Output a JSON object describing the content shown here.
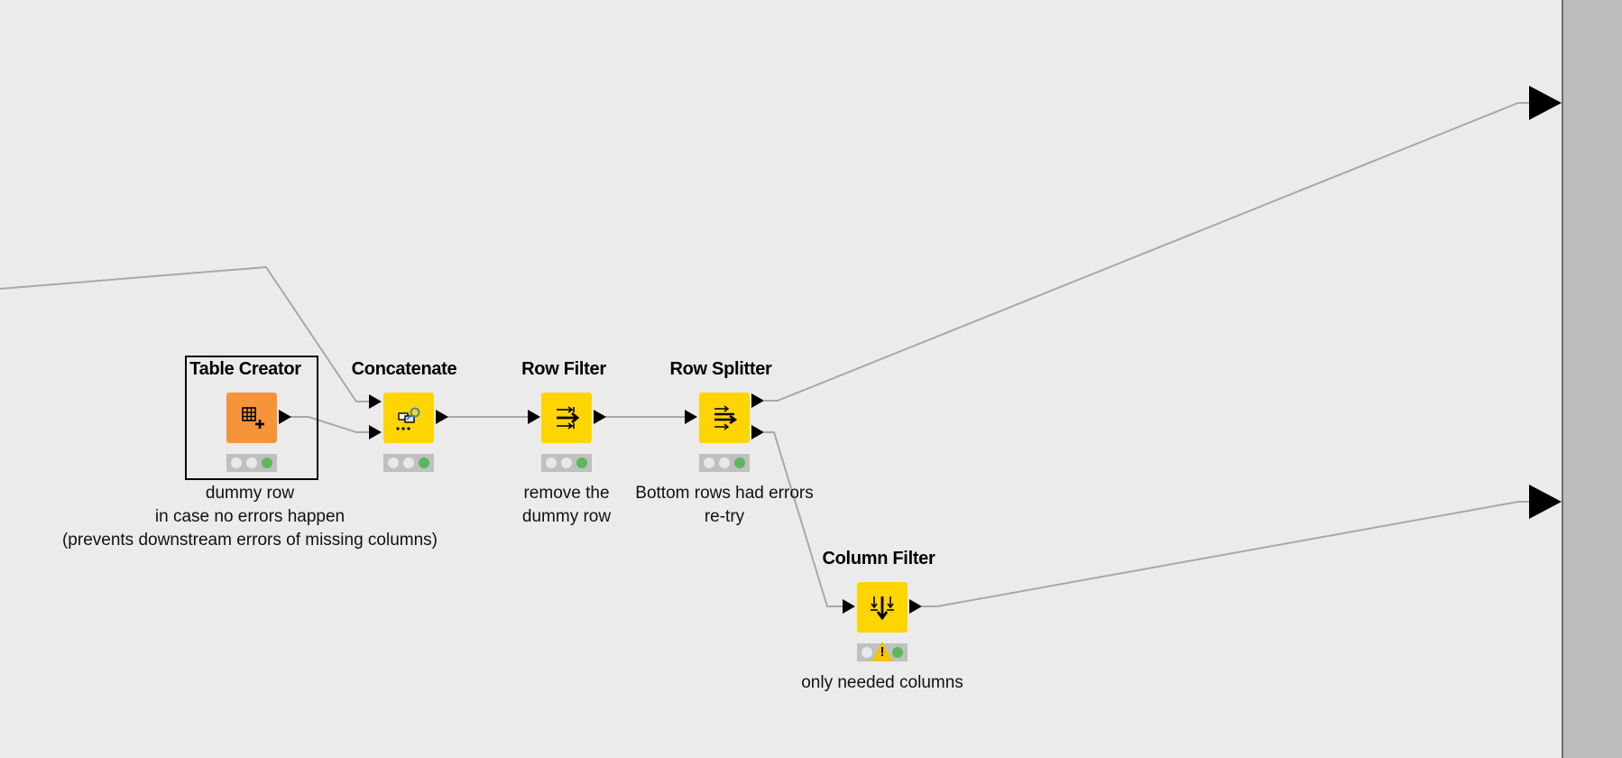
{
  "nodes": {
    "table_creator": {
      "title": "Table Creator",
      "annotation": [
        "dummy row",
        "in case no errors happen",
        "(prevents downstream errors of missing columns)"
      ],
      "color": "#f7943a",
      "icon": "table-plus-icon",
      "status": "executed"
    },
    "concatenate": {
      "title": "Concatenate",
      "annotation": [],
      "color": "#ffd500",
      "icon": "concatenate-icon",
      "status": "executed"
    },
    "row_filter": {
      "title": "Row Filter",
      "annotation": [
        "remove the",
        "dummy row"
      ],
      "color": "#ffd500",
      "icon": "row-filter-icon",
      "status": "executed"
    },
    "row_splitter": {
      "title": "Row Splitter",
      "annotation": [
        "Bottom rows had errors",
        "re-try"
      ],
      "color": "#ffd500",
      "icon": "row-splitter-icon",
      "status": "executed"
    },
    "column_filter": {
      "title": "Column Filter",
      "annotation": [
        "only needed columns"
      ],
      "color": "#ffd500",
      "icon": "column-filter-icon",
      "status": "executed-with-warning"
    }
  },
  "colors": {
    "canvas": "#ebebeb",
    "connection": "#a8a8a8",
    "status_green": "#5cb85c",
    "warning": "#f5c400"
  }
}
